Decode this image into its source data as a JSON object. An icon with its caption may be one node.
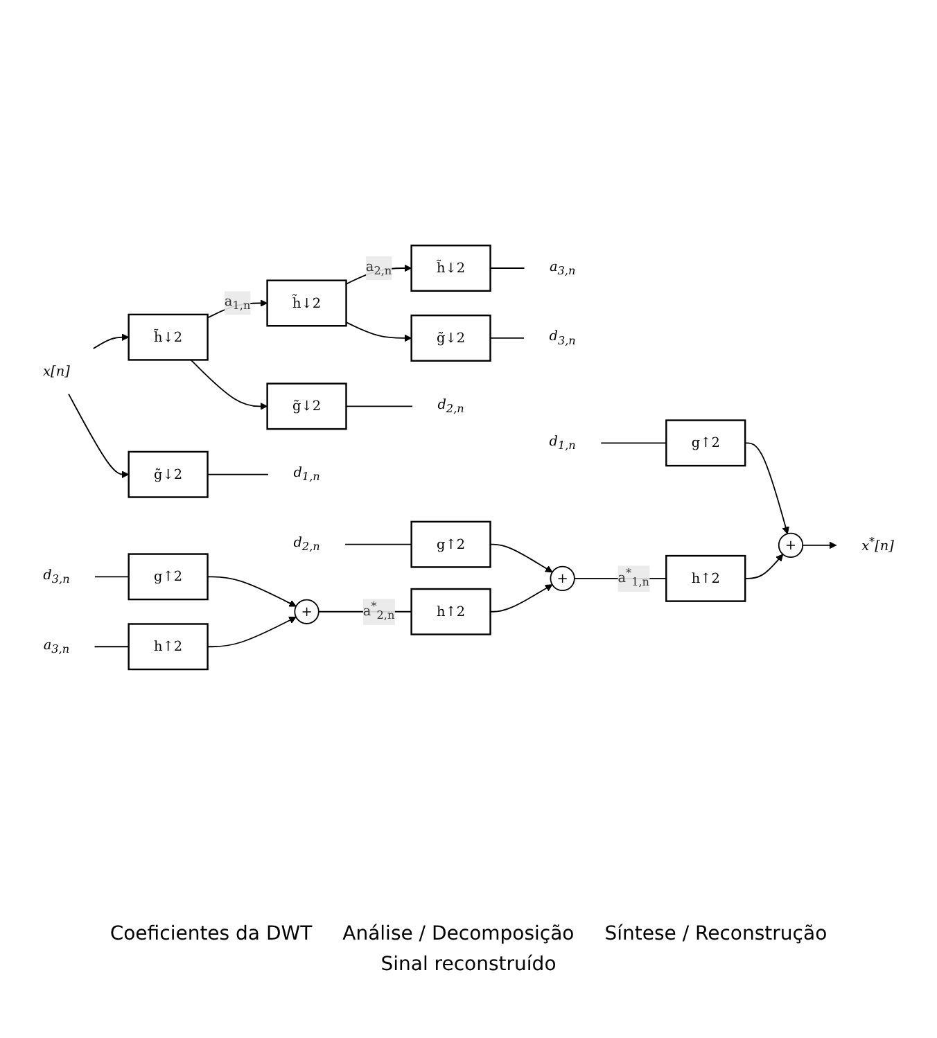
{
  "diagram": {
    "nodes": [
      {
        "text": [
          "x[n]"
        ]
      },
      {
        "text": [
          "h̃↓2"
        ]
      },
      {
        "text": [
          "h̃↓2"
        ]
      },
      {
        "text": [
          "h̃↓2"
        ]
      },
      {
        "text": [
          "a$_{3,n}$"
        ]
      },
      {
        "text": [
          "g̃↓2"
        ]
      },
      {
        "text": [
          "d$_{3,n}$"
        ]
      },
      {
        "text": [
          "g̃↓2"
        ]
      },
      {
        "text": [
          "d$_{2,n}$"
        ]
      },
      {
        "text": [
          "g̃↓2"
        ]
      },
      {
        "text": [
          "d$_{1,n}$"
        ]
      },
      {
        "text": [
          "d$_{1,n}$"
        ]
      },
      {
        "text": [
          "g↑2"
        ]
      },
      {
        "text": [
          "d$_{2,n}$"
        ]
      },
      {
        "text": [
          "g↑2"
        ]
      },
      {
        "text": [
          "d$_{3,n}$"
        ]
      },
      {
        "text": [
          "g↑2"
        ]
      },
      {
        "text": [
          "+"
        ]
      },
      {
        "text": [
          "a$_{3,n}$"
        ]
      },
      {
        "text": [
          "h↑2"
        ]
      },
      {
        "text": [
          "h↑2"
        ]
      },
      {
        "text": [
          "+"
        ]
      },
      {
        "text": [
          "h↑2"
        ]
      },
      {
        "text": [
          "+"
        ]
      },
      {
        "text": [
          "x$^{*}$[n]"
        ]
      }
    ],
    "edges": [
      {
        "from": 0,
        "to": 1,
        "arrow": "to"
      },
      {
        "from": 0,
        "to": 9,
        "arrow": "to"
      },
      {
        "from": 1,
        "to": 2,
        "arrow": "to",
        "label": "a$_{1,n}$"
      },
      {
        "from": 1,
        "to": 7,
        "arrow": "to"
      },
      {
        "from": 2,
        "to": 3,
        "arrow": "to",
        "label": "a$_{2,n}$"
      },
      {
        "from": 2,
        "to": 5,
        "arrow": "to"
      },
      {
        "from": 3,
        "to": 4,
        "arrow": "none"
      },
      {
        "from": 5,
        "to": 6,
        "arrow": "none"
      },
      {
        "from": 7,
        "to": 8,
        "arrow": "none"
      },
      {
        "from": 9,
        "to": 10,
        "arrow": "none"
      },
      {
        "from": 11,
        "to": 12,
        "arrow": "none"
      },
      {
        "from": 13,
        "to": 14,
        "arrow": "none"
      },
      {
        "from": 15,
        "to": 16,
        "arrow": "none"
      },
      {
        "from": 18,
        "to": 19,
        "arrow": "none"
      },
      {
        "from": 16,
        "to": 17,
        "arrow": "to"
      },
      {
        "from": 19,
        "to": 17,
        "arrow": "to"
      },
      {
        "from": 17,
        "to": 20,
        "arrow": "none",
        "label": "a$^{*}$$_{2,n}$"
      },
      {
        "from": 14,
        "to": 21,
        "arrow": "to"
      },
      {
        "from": 20,
        "to": 21,
        "arrow": "to"
      },
      {
        "from": 21,
        "to": 22,
        "arrow": "none",
        "label": "a$^{*}$$_{1,n}$"
      },
      {
        "from": 12,
        "to": 23,
        "arrow": "to"
      },
      {
        "from": 22,
        "to": 23,
        "arrow": "to"
      },
      {
        "from": 23,
        "to": 24,
        "arrow": "to"
      }
    ],
    "labels": [
      "Coeficientes da DWT",
      "Análise / Decomposição",
      "Síntese / Reconstrução",
      "Sinal reconstruído"
    ]
  }
}
